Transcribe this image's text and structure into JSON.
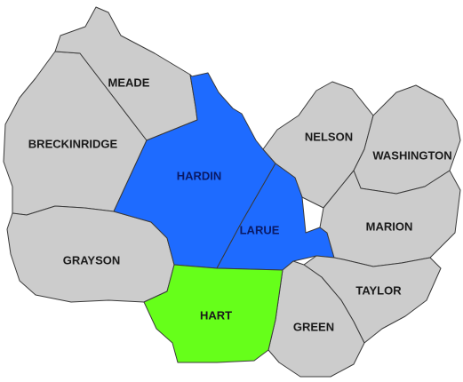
{
  "colors": {
    "default_fill": "#cccccc",
    "highlight_blue": "#1e6bff",
    "highlight_green": "#66ff1a",
    "border": "#3a3a3a",
    "label_default": "#1a1a1a",
    "label_blue": "#0a1a66",
    "label_green": "#1a1a1a"
  },
  "counties": {
    "meade": {
      "name": "MEADE",
      "fill": "default"
    },
    "breckinridge": {
      "name": "BRECKINRIDGE",
      "fill": "default"
    },
    "hardin": {
      "name": "HARDIN",
      "fill": "blue"
    },
    "nelson": {
      "name": "NELSON",
      "fill": "default"
    },
    "washington": {
      "name": "WASHINGTON",
      "fill": "default"
    },
    "larue": {
      "name": "LARUE",
      "fill": "blue"
    },
    "marion": {
      "name": "MARION",
      "fill": "default"
    },
    "grayson": {
      "name": "GRAYSON",
      "fill": "default"
    },
    "taylor": {
      "name": "TAYLOR",
      "fill": "default"
    },
    "hart": {
      "name": "HART",
      "fill": "green"
    },
    "green": {
      "name": "GREEN",
      "fill": "default"
    }
  }
}
